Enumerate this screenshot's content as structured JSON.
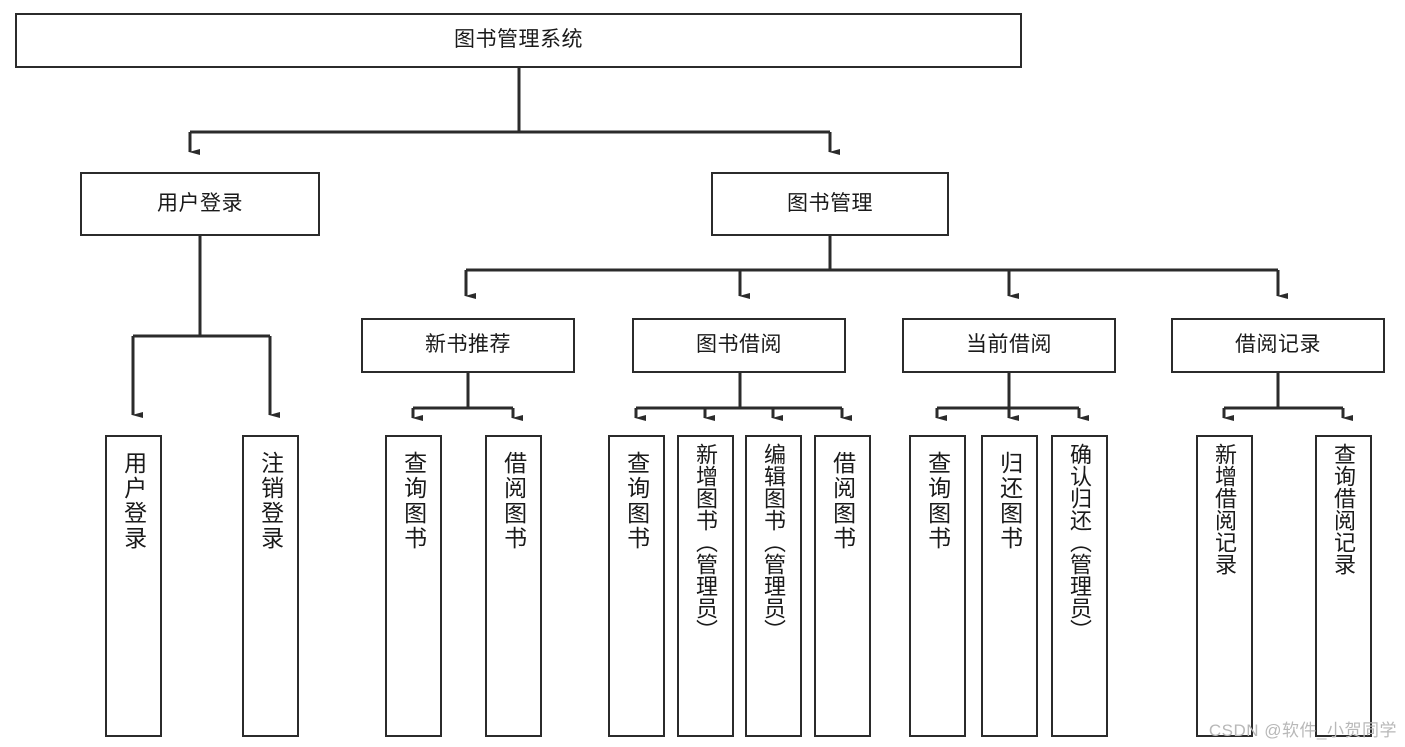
{
  "diagram": {
    "title": "图书管理系统",
    "watermark": "CSDN @软件_小贺同学",
    "colors": {
      "background": "#ffffff",
      "node_fill": "#ffffff",
      "node_stroke": "#2b2b2b",
      "edge_stroke": "#2b2b2b",
      "text": "#1a1a1a",
      "watermark": "#b8b8b8"
    },
    "levels": {
      "root": "图书管理系统",
      "level2": [
        "用户登录",
        "图书管理"
      ],
      "level3": [
        "新书推荐",
        "图书借阅",
        "当前借阅",
        "借阅记录"
      ]
    },
    "nodes": {
      "root": {
        "label": "图书管理系统"
      },
      "user_login": {
        "label": "用户登录"
      },
      "book_manage": {
        "label": "图书管理"
      },
      "new_book_rec": {
        "label": "新书推荐"
      },
      "book_borrow": {
        "label": "图书借阅"
      },
      "current_borrow": {
        "label": "当前借阅"
      },
      "borrow_record": {
        "label": "借阅记录"
      },
      "leaf_user_login": {
        "label": "用户登录"
      },
      "leaf_logout": {
        "label": "注销登录"
      },
      "leaf_query_book_1": {
        "label": "查询图书"
      },
      "leaf_borrow_book_1": {
        "label": "借阅图书"
      },
      "leaf_query_book_2": {
        "label": "查询图书"
      },
      "leaf_add_book": {
        "label": "新增图书（管理员）"
      },
      "leaf_edit_book": {
        "label": "编辑图书（管理员）"
      },
      "leaf_borrow_book_2": {
        "label": "借阅图书"
      },
      "leaf_query_book_3": {
        "label": "查询图书"
      },
      "leaf_return_book": {
        "label": "归还图书"
      },
      "leaf_confirm_return": {
        "label": "确认归还（管理员）"
      },
      "leaf_add_record": {
        "label": "新增借阅记录"
      },
      "leaf_query_record": {
        "label": "查询借阅记录"
      }
    }
  }
}
